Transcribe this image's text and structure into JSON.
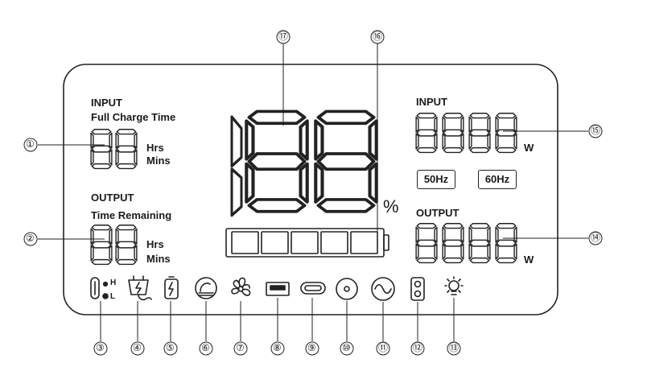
{
  "left_panel": {
    "input_heading": "INPUT",
    "input_title": "Full Charge Time",
    "input_hrs": "Hrs",
    "input_mins": "Mins",
    "output_heading": "OUTPUT",
    "output_title": "Time Remaining",
    "output_hrs": "Hrs",
    "output_mins": "Mins"
  },
  "center_panel": {
    "percent_symbol": "%",
    "battery_segments": 5
  },
  "right_panel": {
    "input_heading": "INPUT",
    "input_unit": "W",
    "freq_50": "50Hz",
    "freq_60": "60Hz",
    "output_heading": "OUTPUT",
    "output_unit": "W"
  },
  "icons": {
    "temperature_high": "H",
    "temperature_low": "L",
    "list": [
      "thermometer-icon",
      "ac-charging-icon",
      "dc-charging-icon",
      "eco-mode-icon",
      "fan-icon",
      "usb-a-icon",
      "usb-c-icon",
      "dc-port-icon",
      "ac-outlet-icon",
      "car-port-icon",
      "light-icon"
    ]
  },
  "callouts": {
    "c1": "①",
    "c2": "②",
    "c3": "③",
    "c4": "④",
    "c5": "⑤",
    "c6": "⑥",
    "c7": "⑦",
    "c8": "⑧",
    "c9": "⑨",
    "c10": "⑩",
    "c11": "⑪",
    "c12": "⑫",
    "c13": "⑬",
    "c14": "⑭",
    "c15": "⑮",
    "c16": "⑯",
    "c17": "⑰"
  }
}
